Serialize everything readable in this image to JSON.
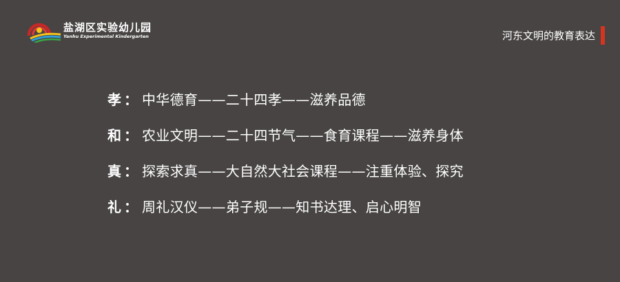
{
  "header": {
    "logo": {
      "name_cn": "盐湖区实验幼儿园",
      "name_en": "Yanhu Experimental Kindergarten"
    },
    "title": "河东文明的教育表达",
    "accent_color": "#d6341f"
  },
  "rows": [
    {
      "label": "孝",
      "colon": "：",
      "text": "中华德育——二十四孝——滋养品德"
    },
    {
      "label": "和",
      "colon": "：",
      "text": "农业文明——二十四节气——食育课程——滋养身体"
    },
    {
      "label": "真",
      "colon": "：",
      "text": "探索求真——大自然大社会课程——注重体验、探究"
    },
    {
      "label": "礼",
      "colon": "：",
      "text": "周礼汉仪——弟子规——知书达理、启心明智"
    }
  ]
}
